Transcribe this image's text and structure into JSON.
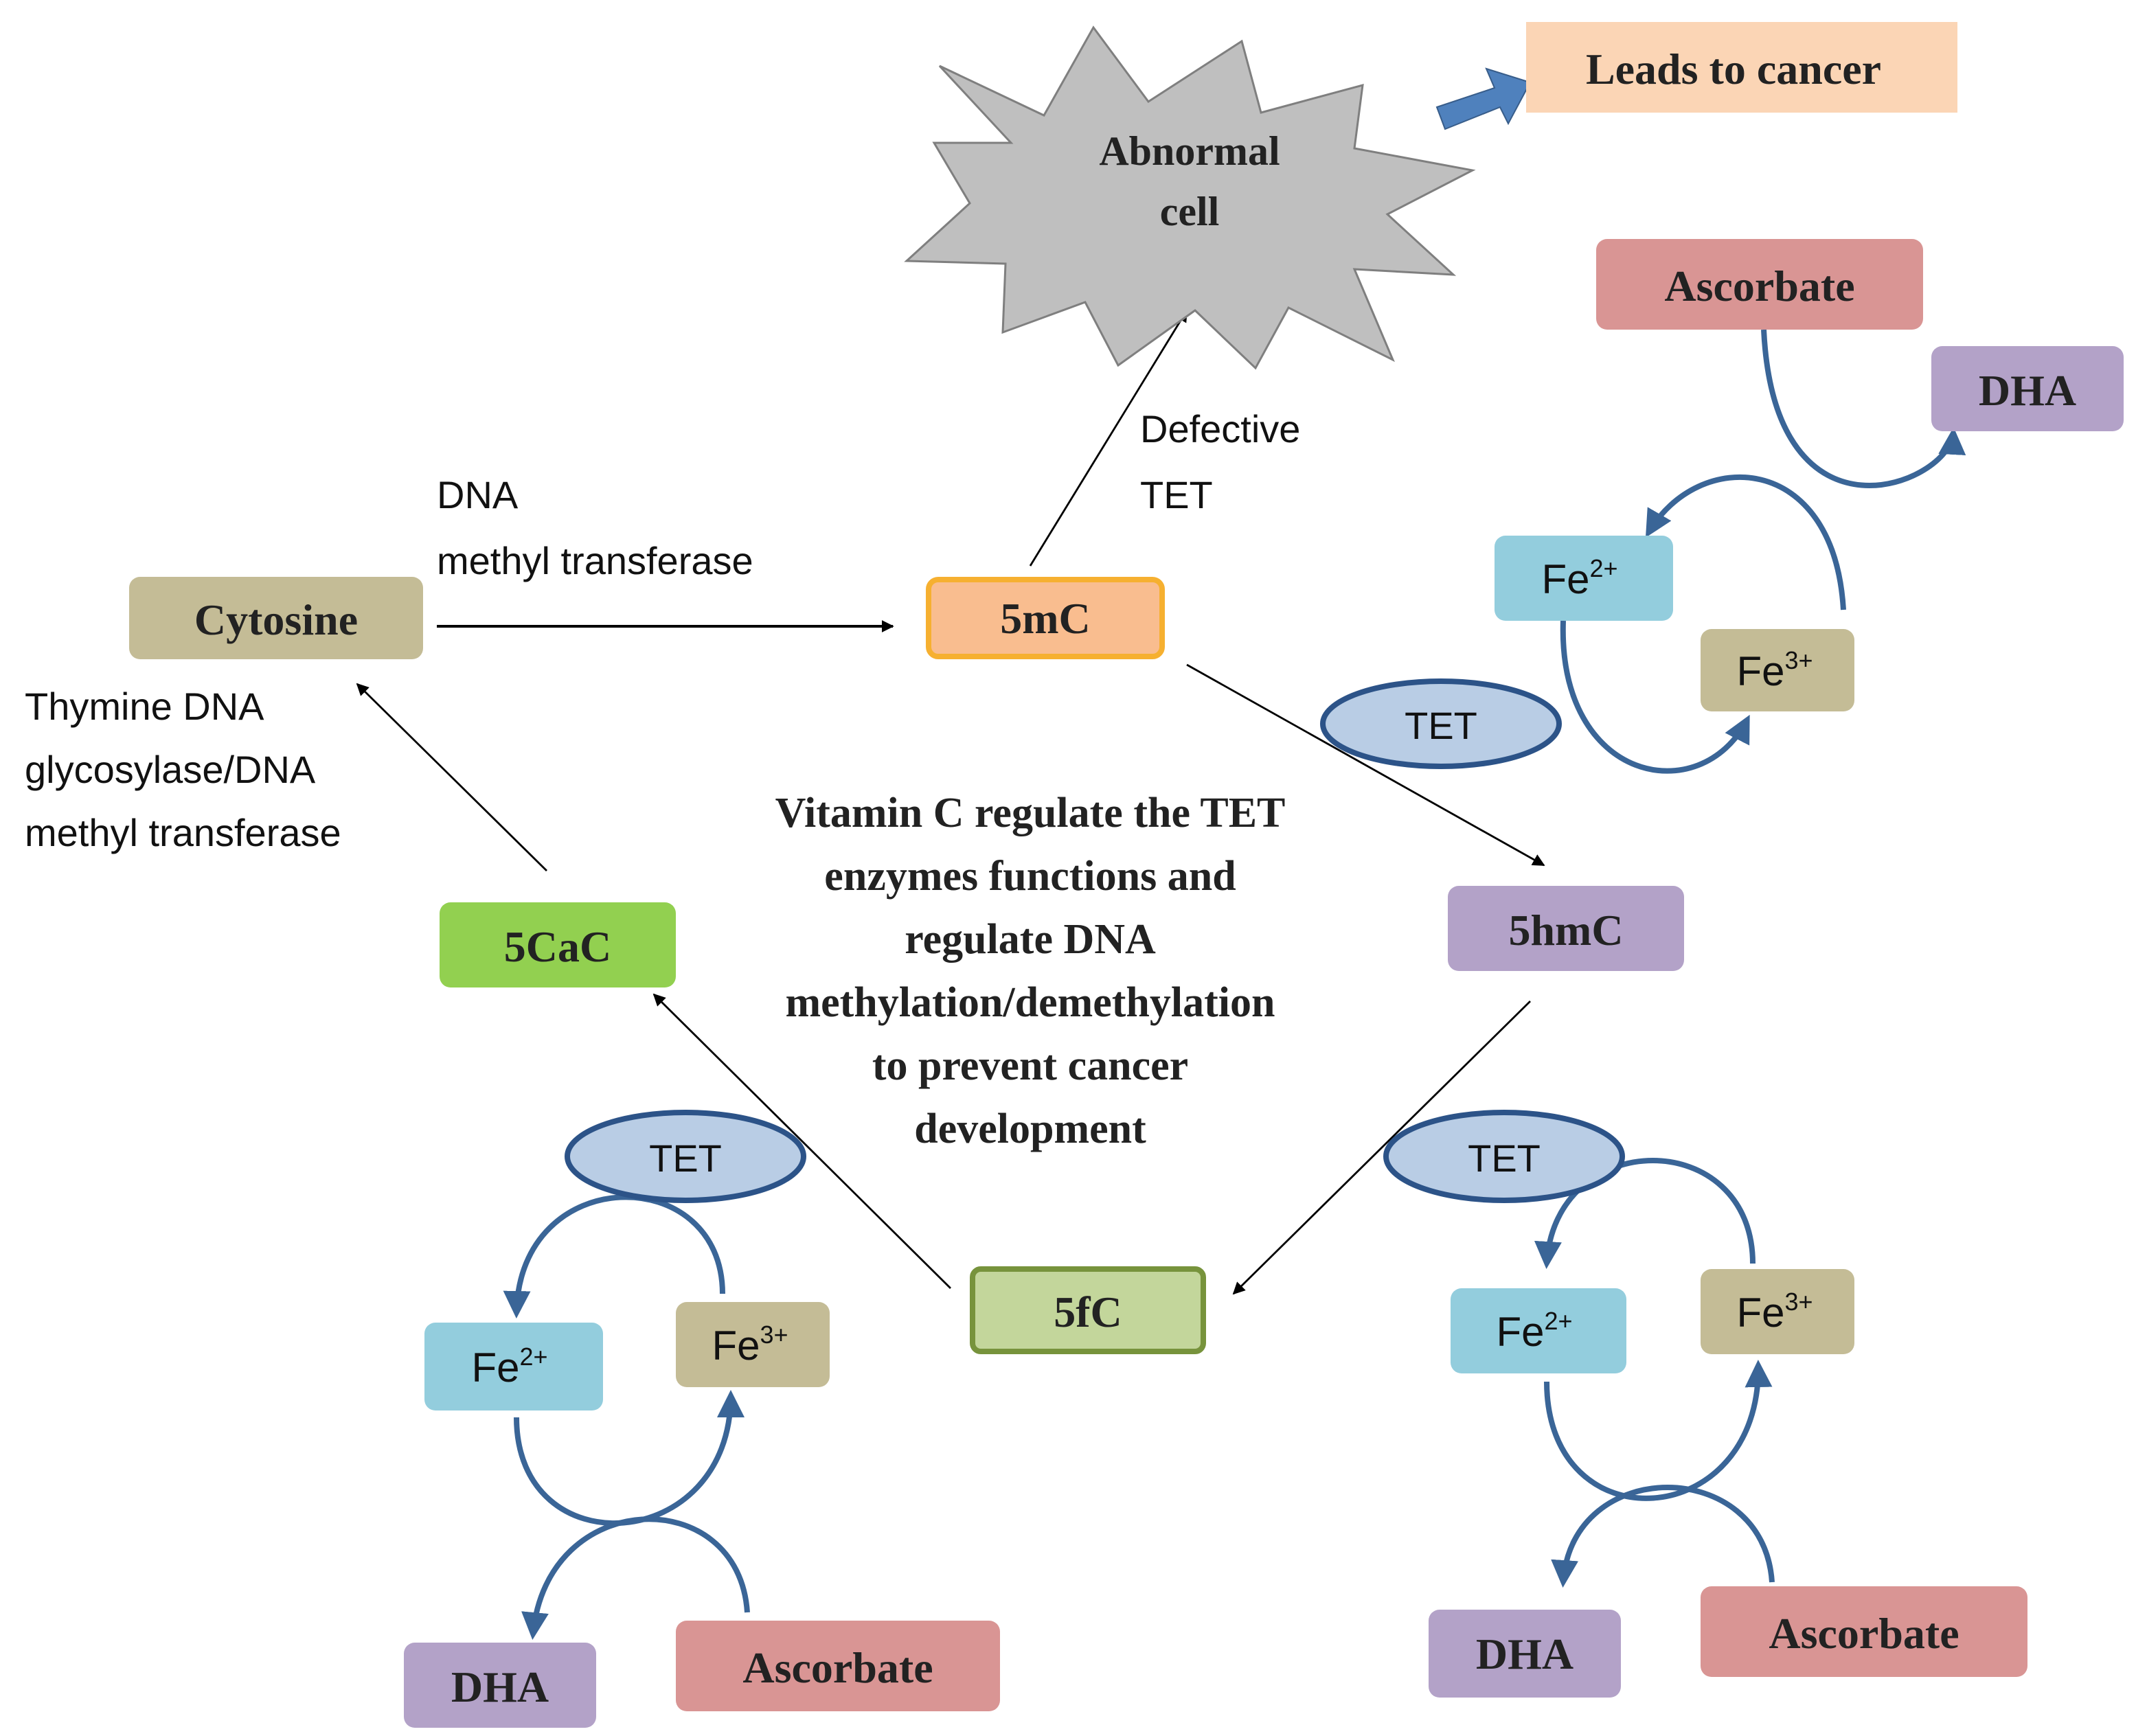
{
  "nodes": {
    "cytosine": "Cytosine",
    "fivemc": "5mC",
    "fivehmc": "5hmC",
    "fivefc": "5fC",
    "fivecac": "5CaC",
    "abnormal_line1": "Abnormal",
    "abnormal_line2": "cell",
    "cancer": "Leads to cancer"
  },
  "edge_labels": {
    "dnmt_line1": "DNA",
    "dnmt_line2": "methyl transferase",
    "defective_line1": "Defective",
    "defective_line2": "TET",
    "tdg_line1": "Thymine DNA",
    "tdg_line2": "glycosylase/DNA",
    "tdg_line3": "methyl transferase"
  },
  "center_text": [
    "Vitamin C regulate the TET",
    "enzymes functions and",
    "regulate DNA",
    "methylation/demethylation",
    "to prevent cancer",
    "development"
  ],
  "cycle": {
    "tet": "TET",
    "fe": "Fe",
    "fe2_sup": "2+",
    "fe3_sup": "3+",
    "ascorbate": "Ascorbate",
    "dha": "DHA"
  },
  "colors": {
    "cytosine": "#c4bc96",
    "fivemc_fill": "#f9bd8f",
    "fivemc_border": "#f6b030",
    "fivehmc": "#b3a2c8",
    "fivefc_fill": "#c3d69b",
    "fivefc_border": "#77933c",
    "fivecac": "#92d050",
    "cancer": "#fbd5b5",
    "starburst": "#bfbfbf",
    "tet_fill": "#b9cde5",
    "tet_border": "#2c5388",
    "fe2": "#93cddd",
    "fe3": "#c4bc96",
    "ascorbate": "#d99594",
    "dha": "#b3a2c8",
    "cycle_arrow": "#3a6597",
    "block_arrow": "#4f81bd"
  }
}
